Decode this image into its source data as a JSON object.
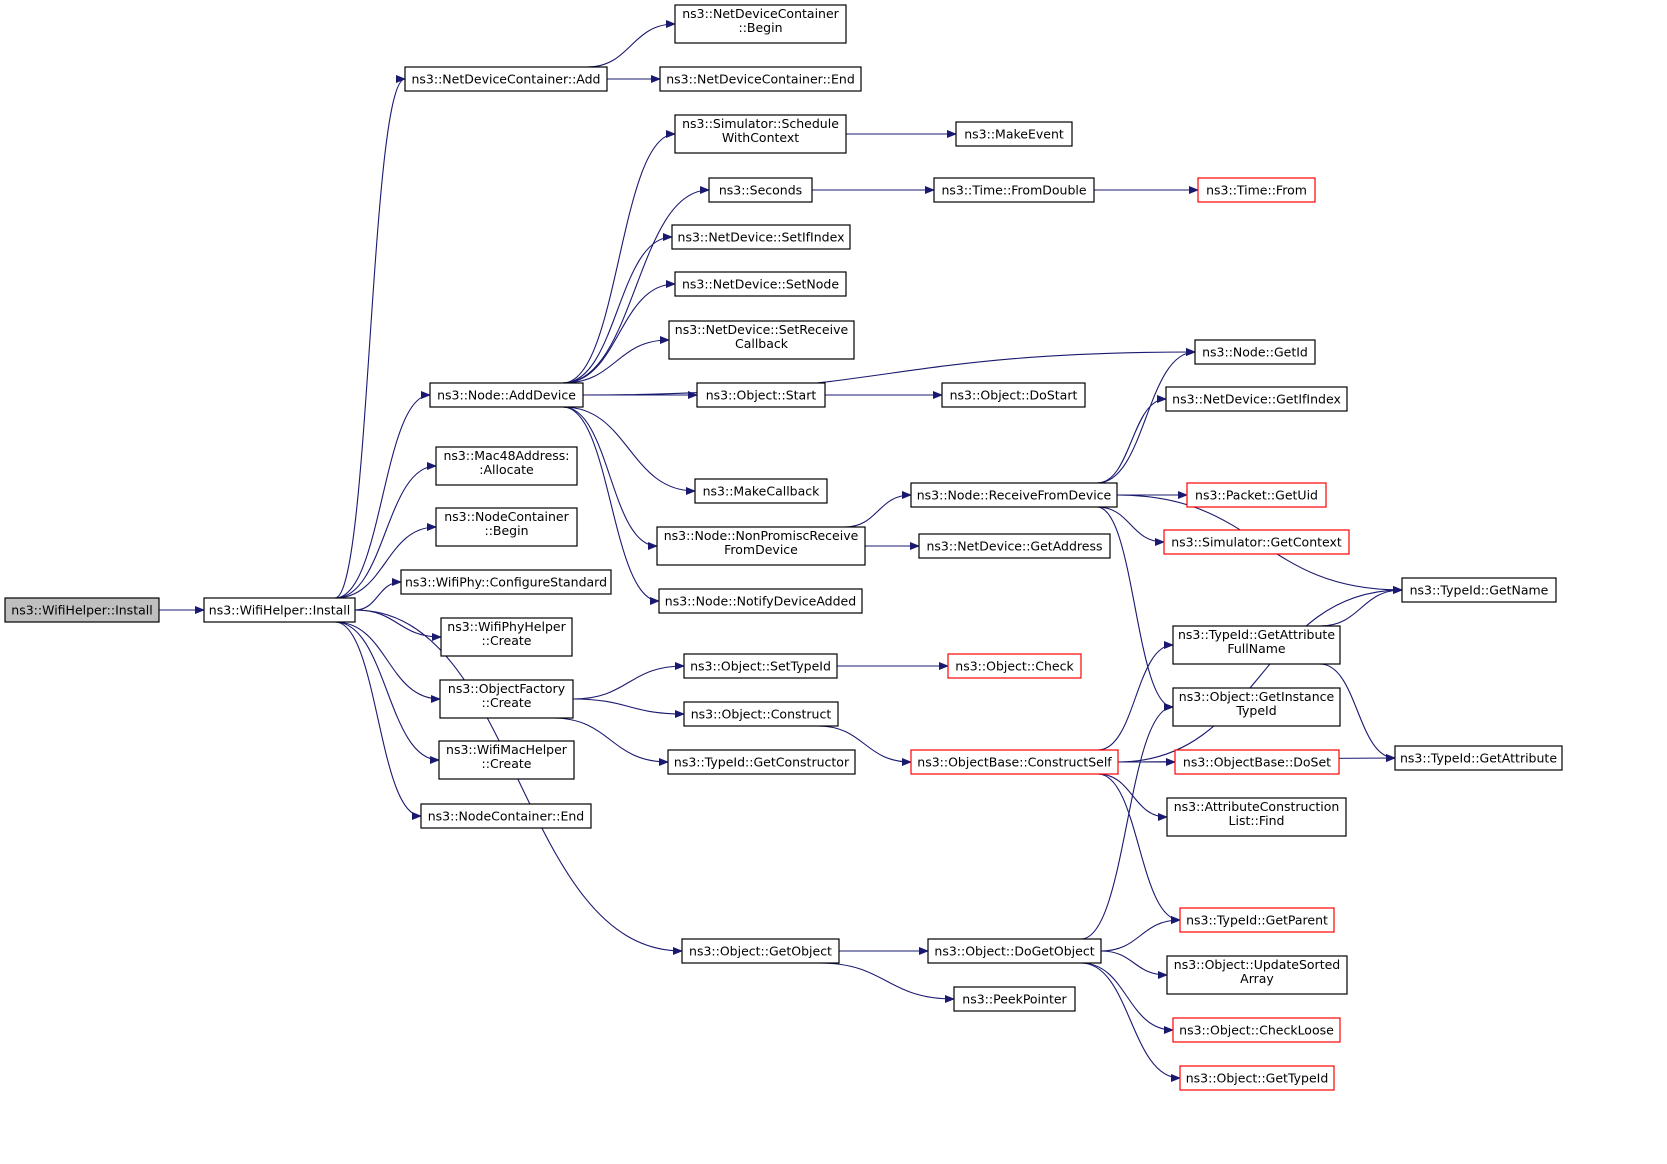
{
  "colors": {
    "edge": "#191970",
    "node_border": "#000000",
    "node_border_external": "#ff0000",
    "root_fill": "#bfbfbf",
    "node_fill": "#ffffff",
    "background": "#ffffff"
  },
  "nodes": [
    {
      "id": "root",
      "label": [
        "ns3::WifiHelper::Install"
      ],
      "style": "root"
    },
    {
      "id": "wh_install",
      "label": [
        "ns3::WifiHelper::Install"
      ],
      "style": "normal"
    },
    {
      "id": "ndc_add",
      "label": [
        "ns3::NetDeviceContainer::Add"
      ],
      "style": "normal"
    },
    {
      "id": "ndc_begin",
      "label": [
        "ns3::NetDeviceContainer",
        "::Begin"
      ],
      "style": "normal"
    },
    {
      "id": "ndc_end",
      "label": [
        "ns3::NetDeviceContainer::End"
      ],
      "style": "normal"
    },
    {
      "id": "sim_schedule",
      "label": [
        "ns3::Simulator::Schedule",
        "WithContext"
      ],
      "style": "normal"
    },
    {
      "id": "make_event",
      "label": [
        "ns3::MakeEvent"
      ],
      "style": "normal"
    },
    {
      "id": "seconds",
      "label": [
        "ns3::Seconds"
      ],
      "style": "normal"
    },
    {
      "id": "time_fromdouble",
      "label": [
        "ns3::Time::FromDouble"
      ],
      "style": "normal"
    },
    {
      "id": "time_from",
      "label": [
        "ns3::Time::From"
      ],
      "style": "external"
    },
    {
      "id": "nd_setifindex",
      "label": [
        "ns3::NetDevice::SetIfIndex"
      ],
      "style": "normal"
    },
    {
      "id": "nd_setnode",
      "label": [
        "ns3::NetDevice::SetNode"
      ],
      "style": "normal"
    },
    {
      "id": "nd_setreceive",
      "label": [
        "ns3::NetDevice::SetReceive",
        "Callback"
      ],
      "style": "normal"
    },
    {
      "id": "node_getid",
      "label": [
        "ns3::Node::GetId"
      ],
      "style": "normal"
    },
    {
      "id": "node_adddevice",
      "label": [
        "ns3::Node::AddDevice"
      ],
      "style": "normal"
    },
    {
      "id": "obj_start",
      "label": [
        "ns3::Object::Start"
      ],
      "style": "normal"
    },
    {
      "id": "obj_dostart",
      "label": [
        "ns3::Object::DoStart"
      ],
      "style": "normal"
    },
    {
      "id": "nd_getifindex",
      "label": [
        "ns3::NetDevice::GetIfIndex"
      ],
      "style": "normal"
    },
    {
      "id": "mac48_allocate",
      "label": [
        "ns3::Mac48Address:",
        ":Allocate"
      ],
      "style": "normal"
    },
    {
      "id": "make_callback",
      "label": [
        "ns3::MakeCallback"
      ],
      "style": "normal"
    },
    {
      "id": "node_receivefromdevice",
      "label": [
        "ns3::Node::ReceiveFromDevice"
      ],
      "style": "normal"
    },
    {
      "id": "packet_getuid",
      "label": [
        "ns3::Packet::GetUid"
      ],
      "style": "external"
    },
    {
      "id": "nc_begin",
      "label": [
        "ns3::NodeContainer",
        "::Begin"
      ],
      "style": "normal"
    },
    {
      "id": "node_nonpromisc",
      "label": [
        "ns3::Node::NonPromiscReceive",
        "FromDevice"
      ],
      "style": "normal"
    },
    {
      "id": "nd_getaddress",
      "label": [
        "ns3::NetDevice::GetAddress"
      ],
      "style": "normal"
    },
    {
      "id": "sim_getcontext",
      "label": [
        "ns3::Simulator::GetContext"
      ],
      "style": "external"
    },
    {
      "id": "wifiphy_configure",
      "label": [
        "ns3::WifiPhy::ConfigureStandard"
      ],
      "style": "normal"
    },
    {
      "id": "node_notify",
      "label": [
        "ns3::Node::NotifyDeviceAdded"
      ],
      "style": "normal"
    },
    {
      "id": "typeid_getname",
      "label": [
        "ns3::TypeId::GetName"
      ],
      "style": "normal"
    },
    {
      "id": "wifiphyhelper_create",
      "label": [
        "ns3::WifiPhyHelper",
        "::Create"
      ],
      "style": "normal"
    },
    {
      "id": "typeid_getattrfullname",
      "label": [
        "ns3::TypeId::GetAttribute",
        "FullName"
      ],
      "style": "normal"
    },
    {
      "id": "obj_settypeid",
      "label": [
        "ns3::Object::SetTypeId"
      ],
      "style": "normal"
    },
    {
      "id": "obj_check",
      "label": [
        "ns3::Object::Check"
      ],
      "style": "external"
    },
    {
      "id": "objfactory_create",
      "label": [
        "ns3::ObjectFactory",
        "::Create"
      ],
      "style": "normal"
    },
    {
      "id": "obj_getinstancetypeid",
      "label": [
        "ns3::Object::GetInstance",
        "TypeId"
      ],
      "style": "normal"
    },
    {
      "id": "obj_construct",
      "label": [
        "ns3::Object::Construct"
      ],
      "style": "normal"
    },
    {
      "id": "typeid_getattribute",
      "label": [
        "ns3::TypeId::GetAttribute"
      ],
      "style": "normal"
    },
    {
      "id": "wifimachelper_create",
      "label": [
        "ns3::WifiMacHelper",
        "::Create"
      ],
      "style": "normal"
    },
    {
      "id": "typeid_getconstructor",
      "label": [
        "ns3::TypeId::GetConstructor"
      ],
      "style": "normal"
    },
    {
      "id": "objbase_constructself",
      "label": [
        "ns3::ObjectBase::ConstructSelf"
      ],
      "style": "external"
    },
    {
      "id": "objbase_doset",
      "label": [
        "ns3::ObjectBase::DoSet"
      ],
      "style": "external"
    },
    {
      "id": "attrconstr_find",
      "label": [
        "ns3::AttributeConstruction",
        "List::Find"
      ],
      "style": "normal"
    },
    {
      "id": "nc_end",
      "label": [
        "ns3::NodeContainer::End"
      ],
      "style": "normal"
    },
    {
      "id": "typeid_getparent",
      "label": [
        "ns3::TypeId::GetParent"
      ],
      "style": "external"
    },
    {
      "id": "obj_getobject",
      "label": [
        "ns3::Object::GetObject"
      ],
      "style": "normal"
    },
    {
      "id": "obj_dogetobject",
      "label": [
        "ns3::Object::DoGetObject"
      ],
      "style": "normal"
    },
    {
      "id": "obj_updatesorted",
      "label": [
        "ns3::Object::UpdateSorted",
        "Array"
      ],
      "style": "normal"
    },
    {
      "id": "peekpointer",
      "label": [
        "ns3::PeekPointer"
      ],
      "style": "normal"
    },
    {
      "id": "obj_checkloose",
      "label": [
        "ns3::Object::CheckLoose"
      ],
      "style": "external"
    },
    {
      "id": "obj_gettypeid",
      "label": [
        "ns3::Object::GetTypeId"
      ],
      "style": "external"
    }
  ],
  "edges": [
    [
      "root",
      "wh_install"
    ],
    [
      "wh_install",
      "ndc_add"
    ],
    [
      "wh_install",
      "node_adddevice"
    ],
    [
      "wh_install",
      "mac48_allocate"
    ],
    [
      "wh_install",
      "nc_begin"
    ],
    [
      "wh_install",
      "wifiphy_configure"
    ],
    [
      "wh_install",
      "wifiphyhelper_create"
    ],
    [
      "wh_install",
      "objfactory_create"
    ],
    [
      "wh_install",
      "wifimachelper_create"
    ],
    [
      "wh_install",
      "nc_end"
    ],
    [
      "wh_install",
      "obj_getobject"
    ],
    [
      "ndc_add",
      "ndc_begin"
    ],
    [
      "ndc_add",
      "ndc_end"
    ],
    [
      "node_adddevice",
      "sim_schedule"
    ],
    [
      "node_adddevice",
      "seconds"
    ],
    [
      "node_adddevice",
      "nd_setifindex"
    ],
    [
      "node_adddevice",
      "nd_setnode"
    ],
    [
      "node_adddevice",
      "nd_setreceive"
    ],
    [
      "node_adddevice",
      "obj_start"
    ],
    [
      "node_adddevice",
      "node_getid"
    ],
    [
      "node_adddevice",
      "make_callback"
    ],
    [
      "node_adddevice",
      "node_nonpromisc"
    ],
    [
      "node_adddevice",
      "node_notify"
    ],
    [
      "sim_schedule",
      "make_event"
    ],
    [
      "seconds",
      "time_fromdouble"
    ],
    [
      "time_fromdouble",
      "time_from"
    ],
    [
      "obj_start",
      "obj_dostart"
    ],
    [
      "node_nonpromisc",
      "node_receivefromdevice"
    ],
    [
      "node_nonpromisc",
      "nd_getaddress"
    ],
    [
      "node_receivefromdevice",
      "node_getid"
    ],
    [
      "node_receivefromdevice",
      "nd_getifindex"
    ],
    [
      "node_receivefromdevice",
      "typeid_getname"
    ],
    [
      "node_receivefromdevice",
      "packet_getuid"
    ],
    [
      "node_receivefromdevice",
      "sim_getcontext"
    ],
    [
      "node_receivefromdevice",
      "obj_getinstancetypeid"
    ],
    [
      "objfactory_create",
      "obj_settypeid"
    ],
    [
      "objfactory_create",
      "obj_construct"
    ],
    [
      "objfactory_create",
      "typeid_getconstructor"
    ],
    [
      "obj_settypeid",
      "obj_check"
    ],
    [
      "obj_construct",
      "objbase_constructself"
    ],
    [
      "objbase_constructself",
      "typeid_getname"
    ],
    [
      "objbase_constructself",
      "typeid_getattrfullname"
    ],
    [
      "objbase_constructself",
      "objbase_doset"
    ],
    [
      "objbase_constructself",
      "attrconstr_find"
    ],
    [
      "objbase_constructself",
      "typeid_getattribute"
    ],
    [
      "objbase_constructself",
      "typeid_getparent"
    ],
    [
      "typeid_getattrfullname",
      "typeid_getname"
    ],
    [
      "typeid_getattrfullname",
      "typeid_getattribute"
    ],
    [
      "obj_getobject",
      "obj_dogetobject"
    ],
    [
      "obj_getobject",
      "peekpointer"
    ],
    [
      "obj_dogetobject",
      "obj_getinstancetypeid"
    ],
    [
      "obj_dogetobject",
      "typeid_getparent"
    ],
    [
      "obj_dogetobject",
      "obj_updatesorted"
    ],
    [
      "obj_dogetobject",
      "obj_checkloose"
    ],
    [
      "obj_dogetobject",
      "obj_gettypeid"
    ]
  ]
}
